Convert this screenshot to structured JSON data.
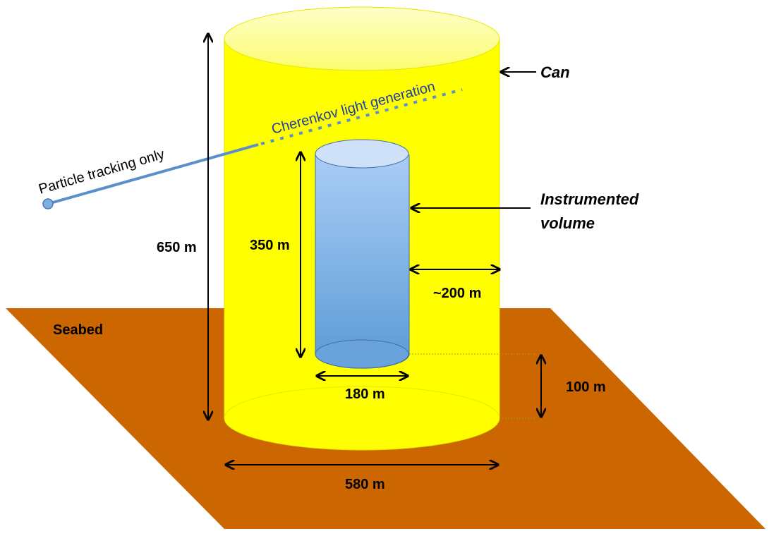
{
  "labels": {
    "can": "Can",
    "instrumented_line1": "Instrumented",
    "instrumented_line2": "volume",
    "cherenkov": "Cherenkov light generation",
    "particle_tracking": "Particle tracking only",
    "seabed": "Seabed",
    "height_can": "650 m",
    "height_instrumented": "350 m",
    "gap_radial": "~200 m",
    "gap_bottom": "100 m",
    "diameter_instrumented": "180 m",
    "diameter_can": "580 m"
  },
  "colors": {
    "seabed": "#cc6600",
    "can": "#ffff00",
    "can_top": "#fdfd9a",
    "instrumented_top": "#aaccf6",
    "instrumented_bottom": "#5b9bd5",
    "track": "#5b8fc9",
    "cherenkov_text": "#1f3fa8"
  }
}
